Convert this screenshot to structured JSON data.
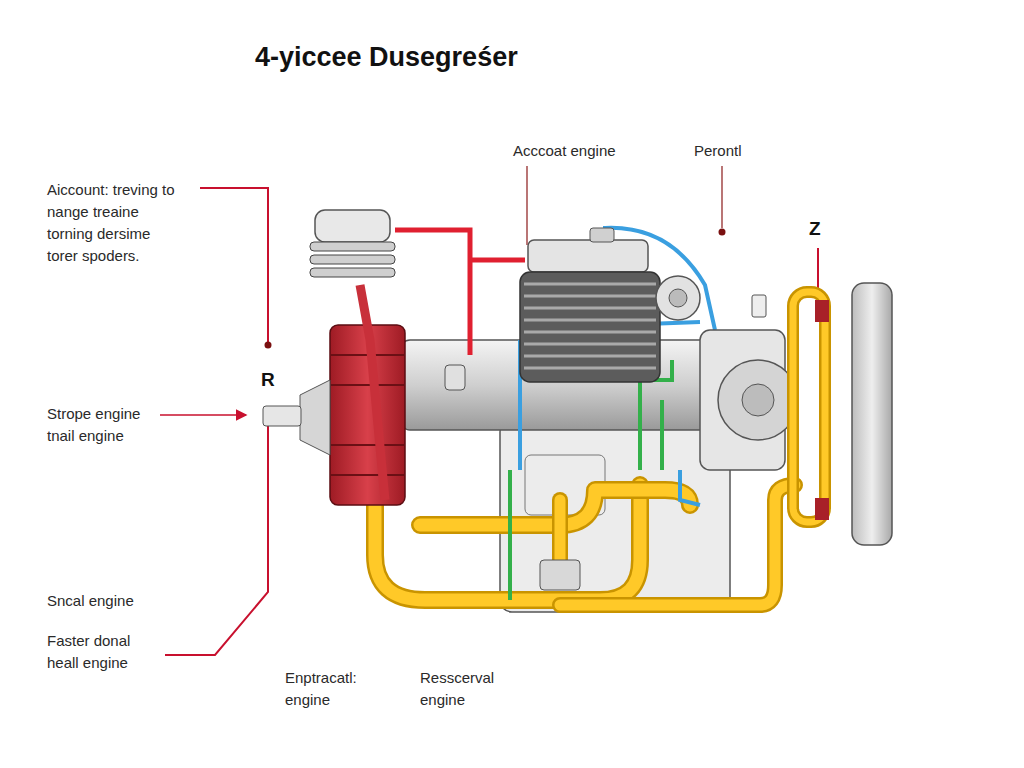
{
  "diagram": {
    "title": "4-yiccee Dusegreśer",
    "labels": [
      "Acccoat engine",
      "Perontl",
      "Z",
      "Aiccount: treving to nange treaine torning dersime torer spoders.",
      "R",
      "Strope engine tnail engine",
      "Sncal engine",
      "Faster donal heall engine",
      "Enptracatl: engine",
      "Resscerval engine"
    ]
  }
}
